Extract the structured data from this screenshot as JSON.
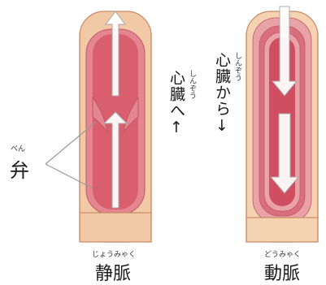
{
  "colors": {
    "tube_outer": "#f2c9a6",
    "tube_edge": "#c98a66",
    "wall": "#e3868f",
    "wall_dark": "#c25866",
    "lumen": "#d95e6e",
    "artery_outer": "#f4d2b2",
    "artery_ring1": "#e9a3a6",
    "artery_ring2": "#d96f7c",
    "artery_lumen": "#cf4e62",
    "arrow_fill": "#ffffffee",
    "arrow_stroke": "#a8a8a8"
  },
  "labels": {
    "valve_ruby": "べん",
    "valve": "弁",
    "to_heart_ruby": "しんぞう",
    "to_heart": "心臓へ↑",
    "from_heart_ruby": "しんぞう",
    "from_heart": "心臓から↓",
    "vein_ruby": "じょうみゃく",
    "vein": "静脈",
    "artery_ruby": "どうみゃく",
    "artery": "動脈"
  }
}
